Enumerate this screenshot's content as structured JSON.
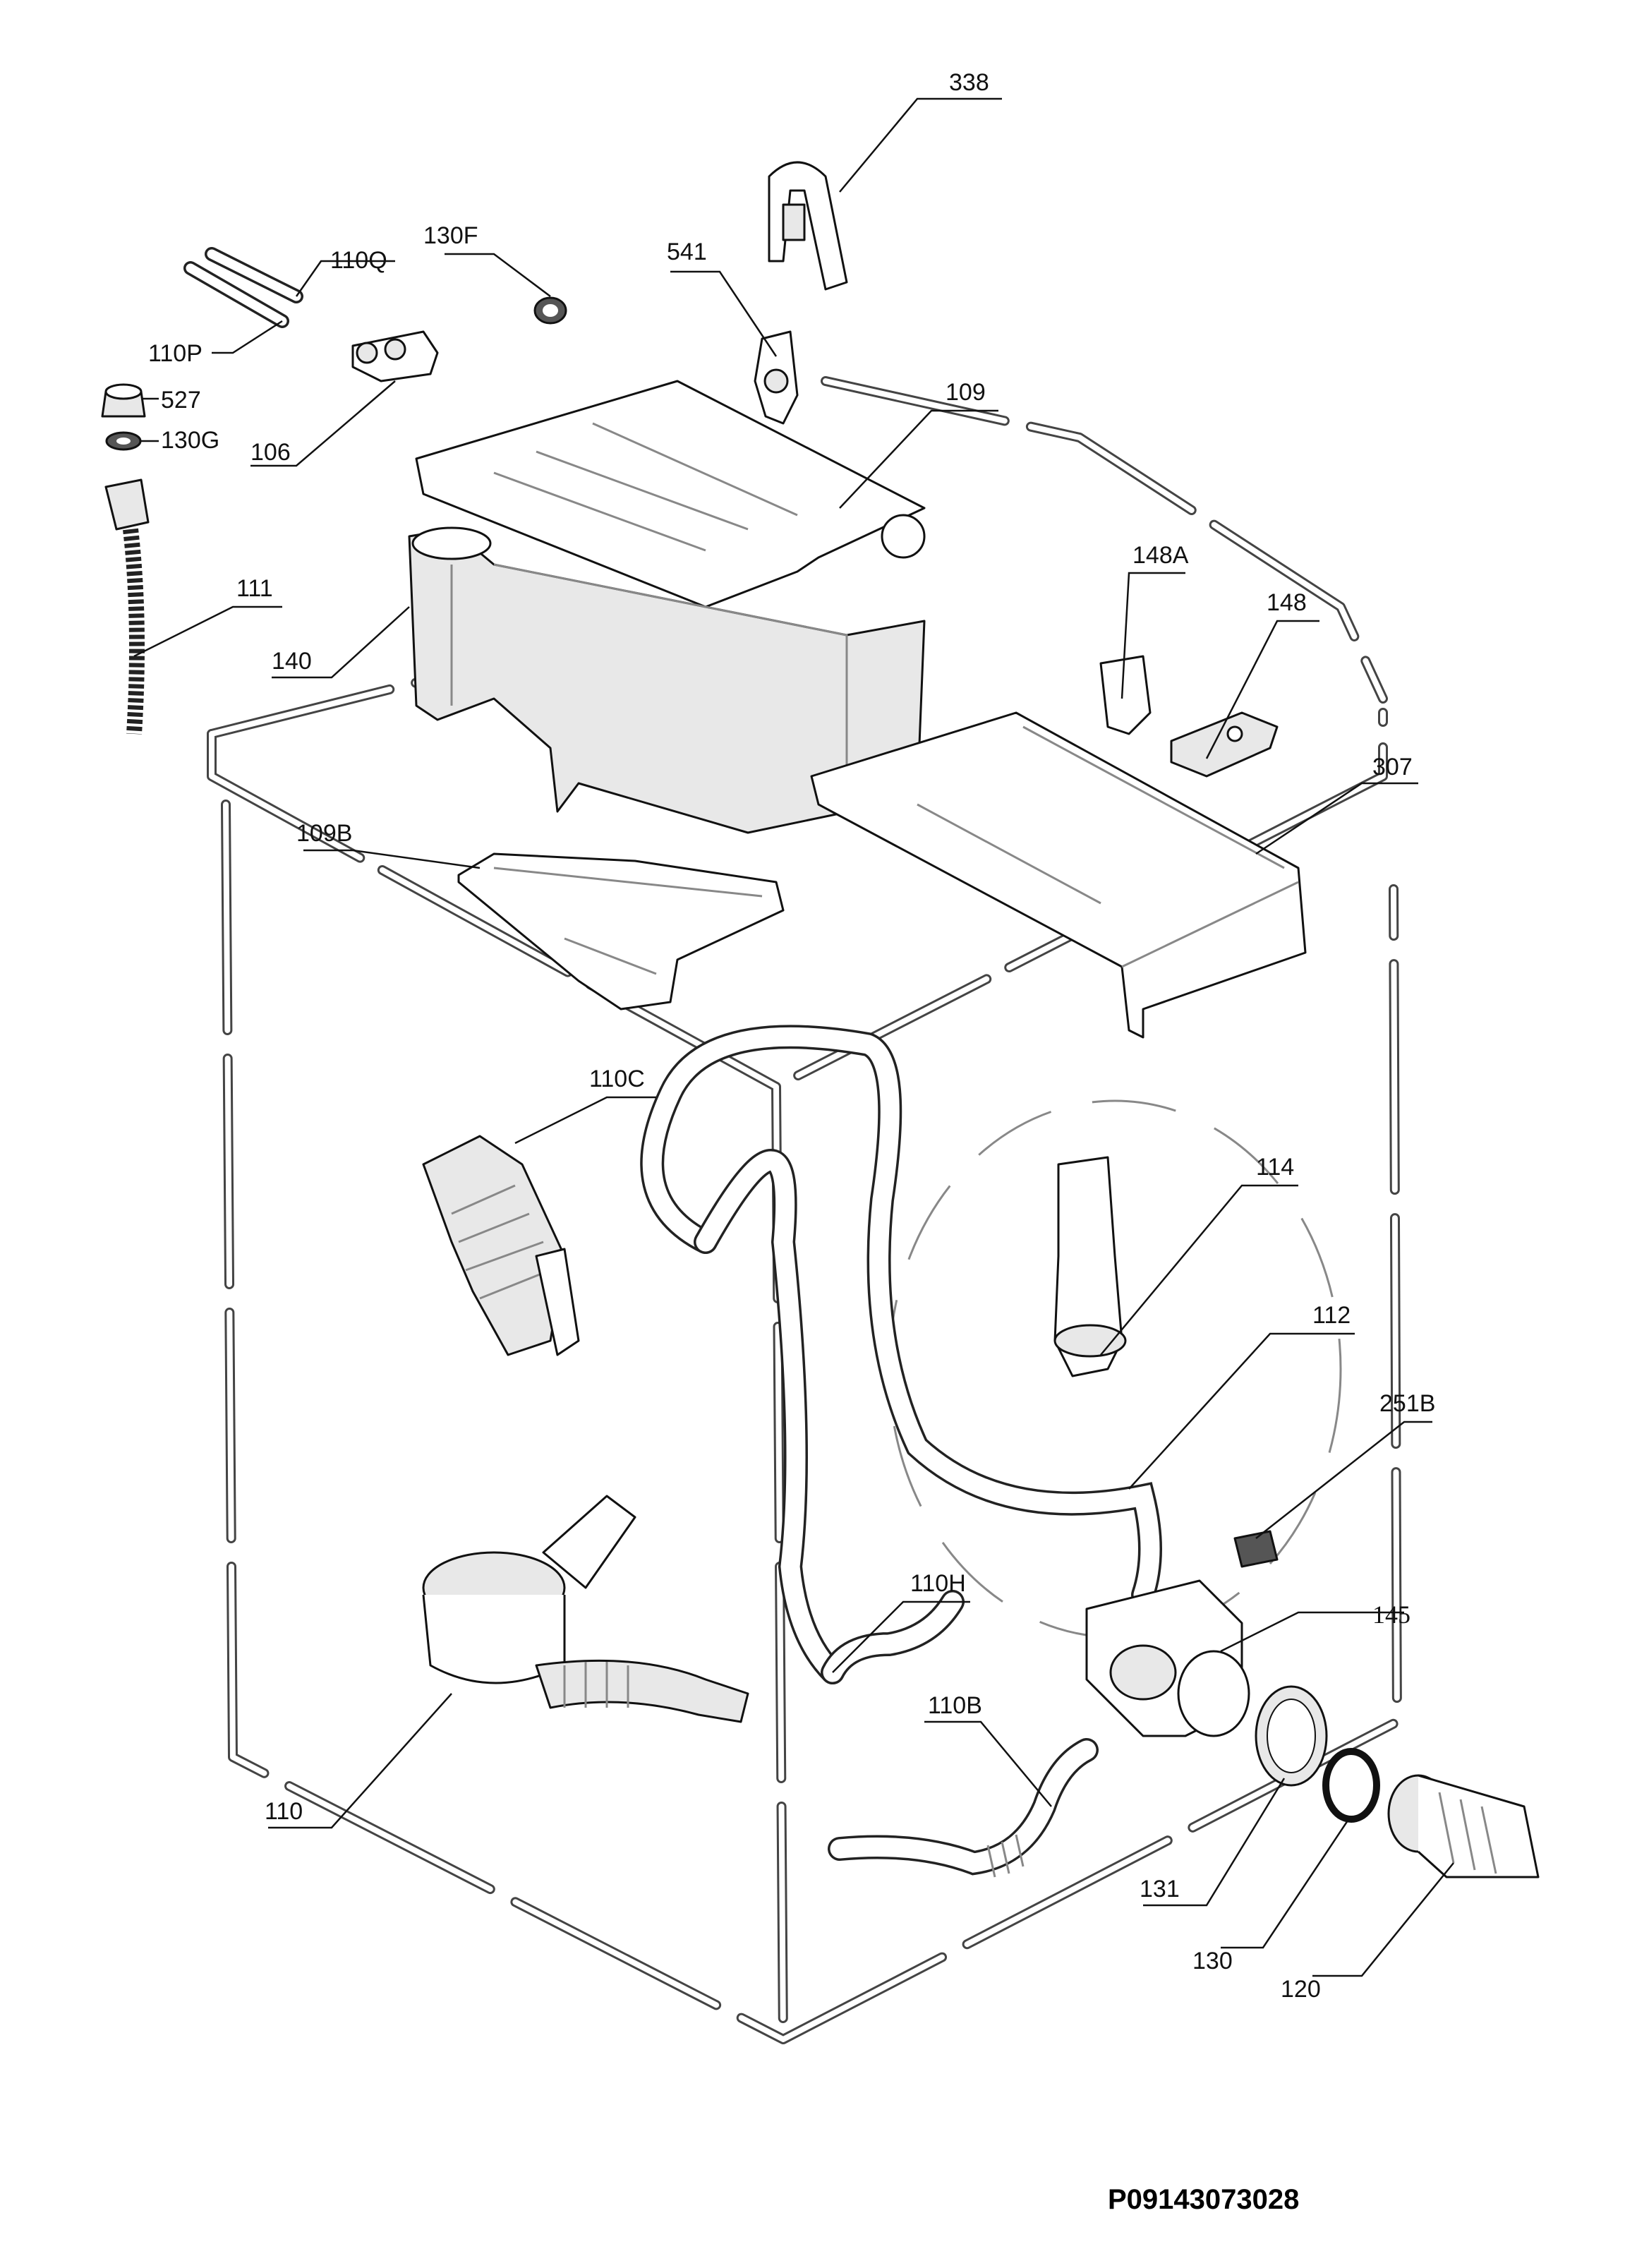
{
  "labels": {
    "p338": "338",
    "p110Q": "110Q",
    "p130F": "130F",
    "p541": "541",
    "p110P": "110P",
    "p527": "527",
    "p130G": "130G",
    "p106": "106",
    "p109": "109",
    "p111": "111",
    "p140": "140",
    "p148A": "148A",
    "p148": "148",
    "p307": "307",
    "p109B": "109B",
    "p110C": "110C",
    "p114": "114",
    "p112": "112",
    "p251B": "251B",
    "p110H": "110H",
    "p145": "145",
    "p110B": "110B",
    "p110": "110",
    "p131": "131",
    "p130": "130",
    "p120": "120"
  },
  "document_id": "P09143073028"
}
